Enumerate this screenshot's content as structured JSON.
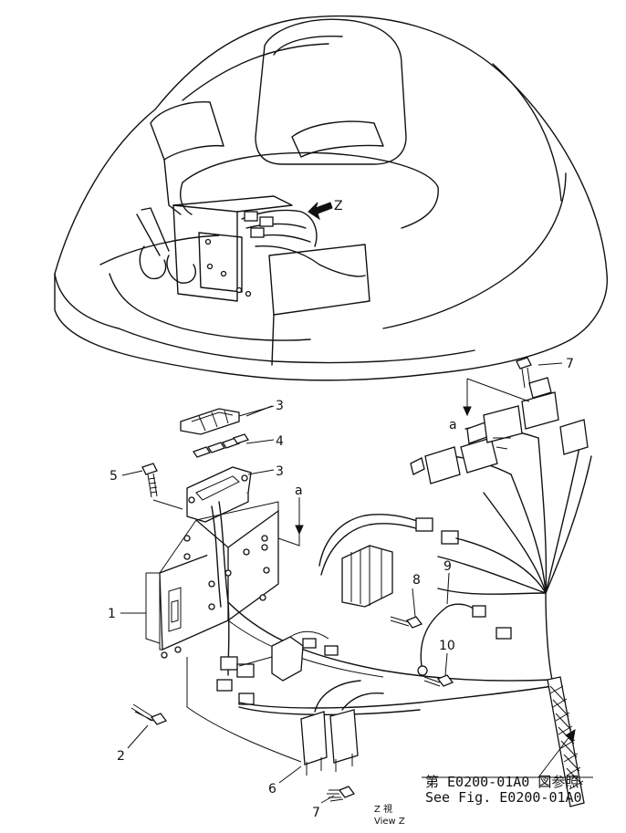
{
  "view": {
    "marker": "Z",
    "caption_jp": "Z 視",
    "caption_en": "View Z"
  },
  "reference": {
    "jp": "第 E0200-01A0 図参照",
    "en": "See Fig. E0200-01A0"
  },
  "connection_label": "a",
  "callouts": [
    "1",
    "2",
    "3",
    "3",
    "4",
    "5",
    "6",
    "7",
    "7",
    "8",
    "9",
    "10"
  ]
}
